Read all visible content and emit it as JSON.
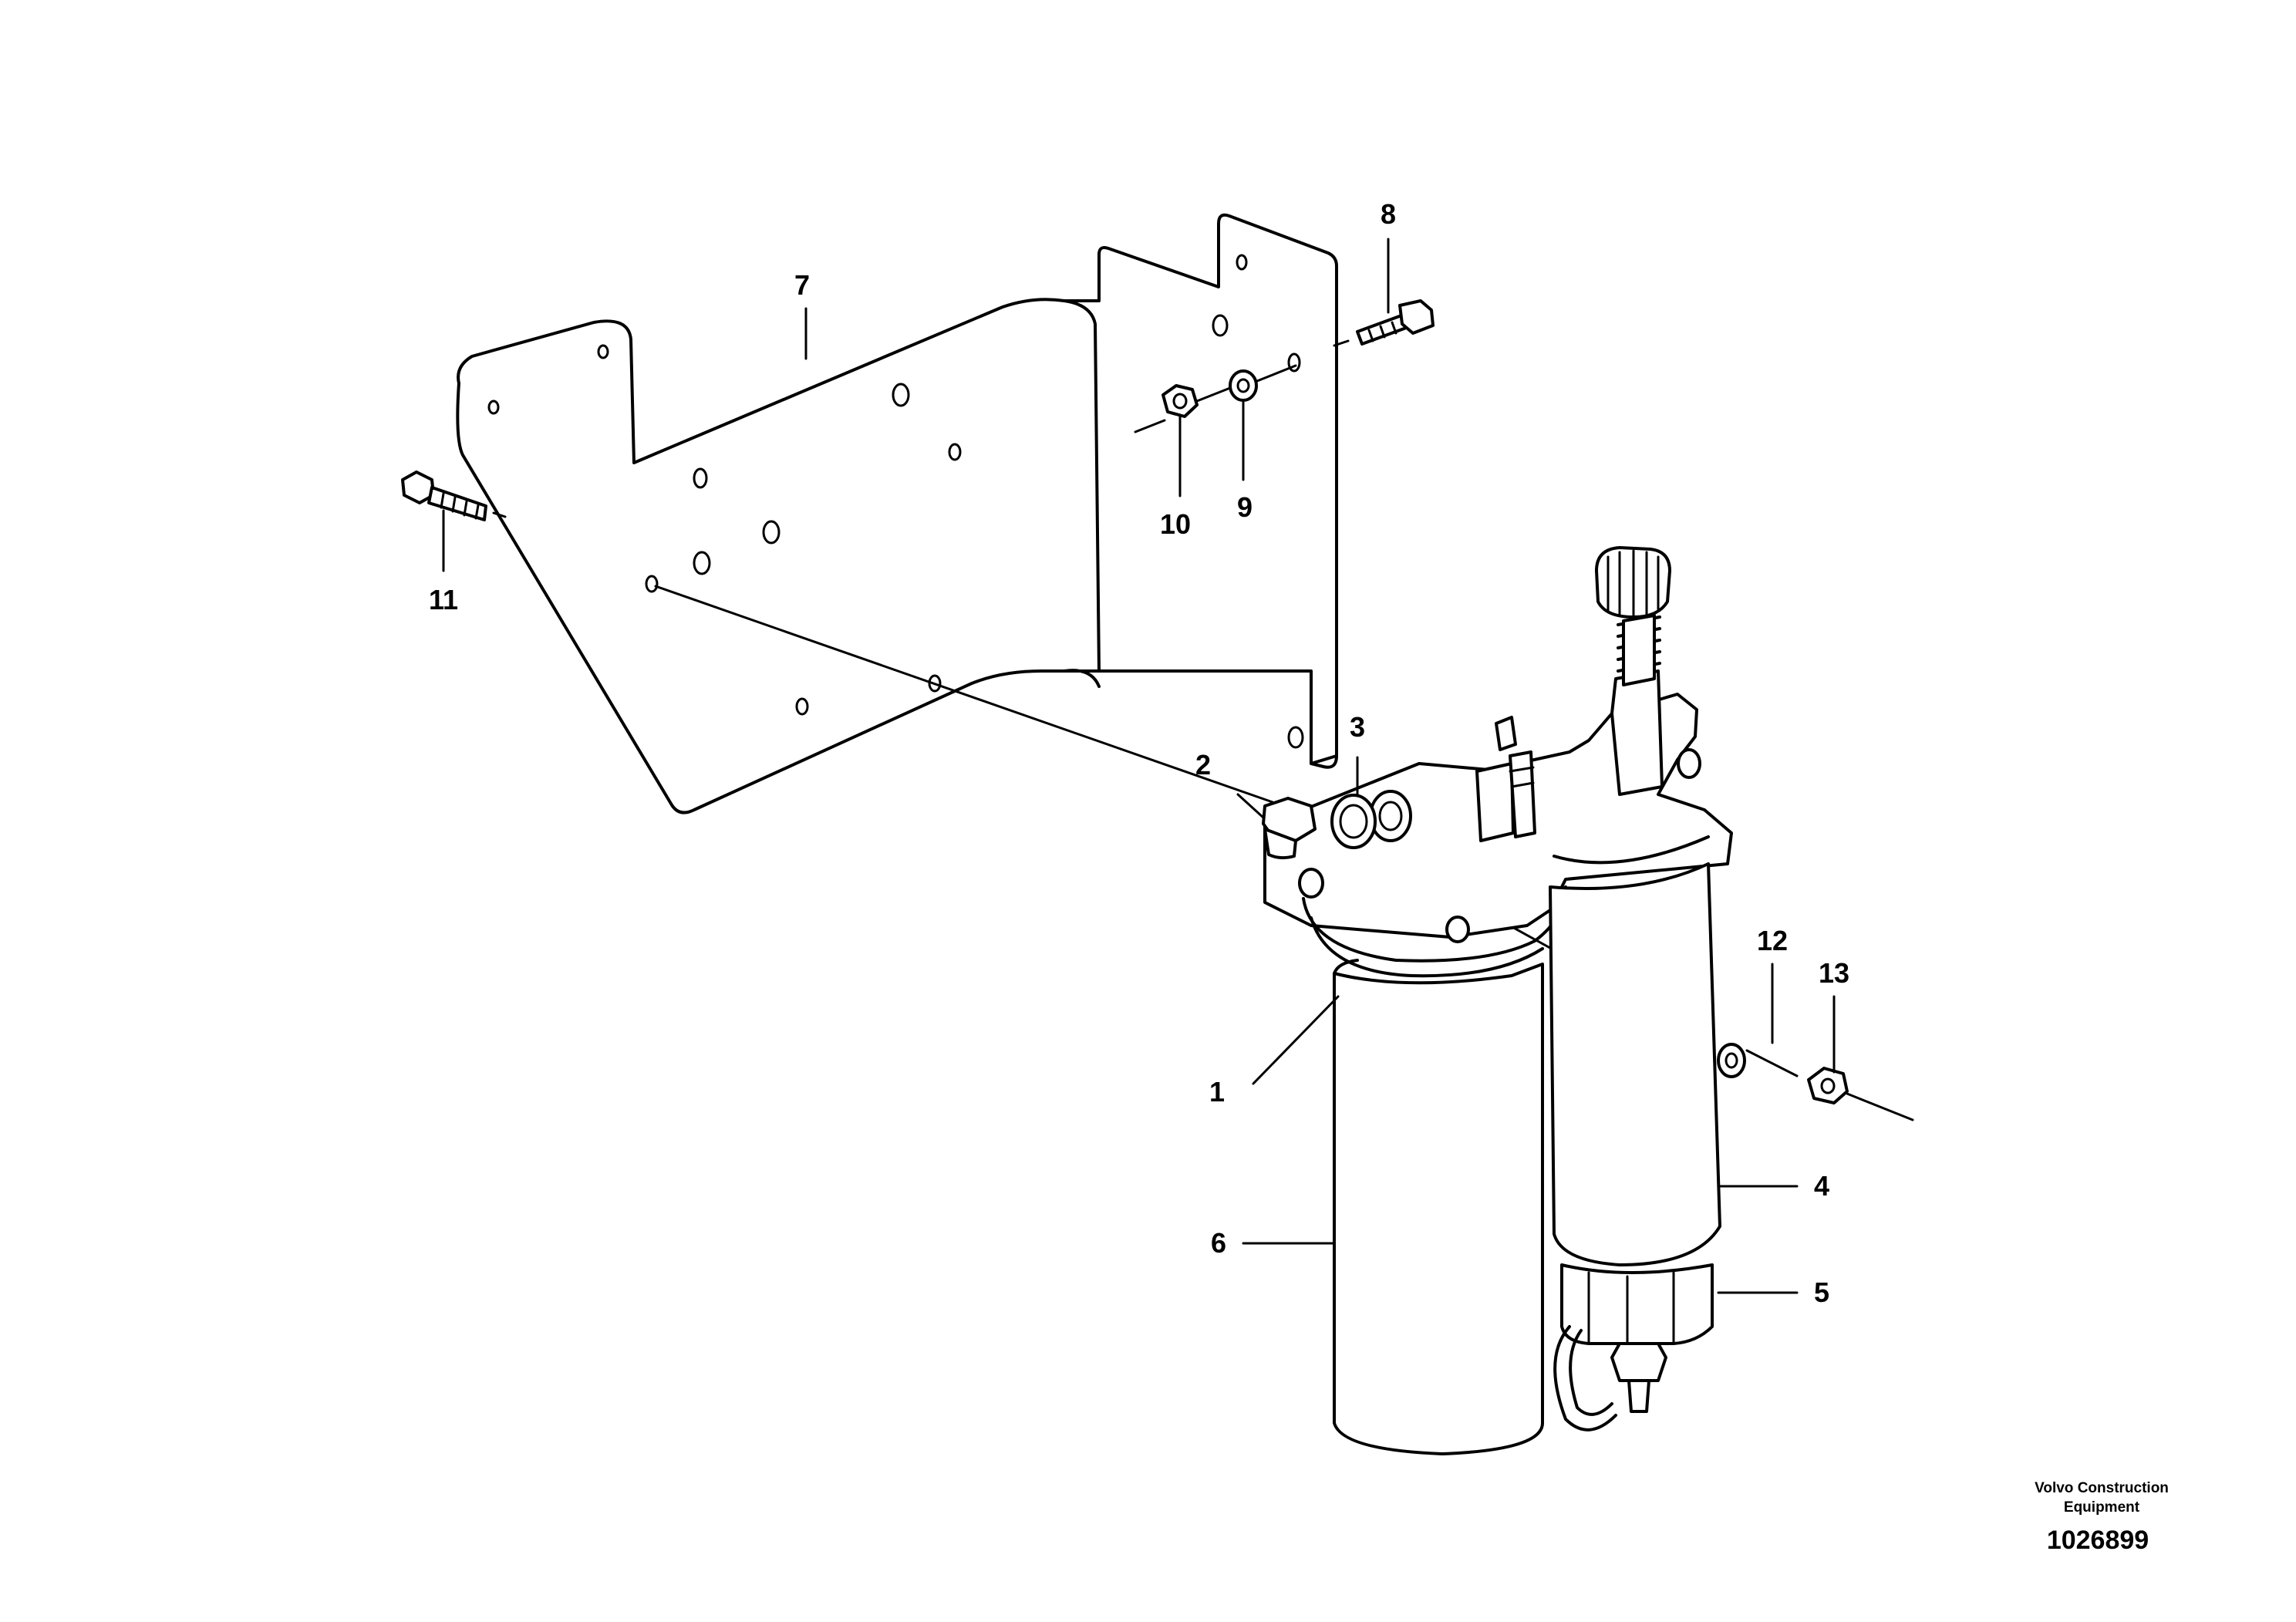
{
  "diagram": {
    "callouts": [
      {
        "id": "1",
        "text": "1"
      },
      {
        "id": "2",
        "text": "2"
      },
      {
        "id": "3",
        "text": "3"
      },
      {
        "id": "4",
        "text": "4"
      },
      {
        "id": "5",
        "text": "5"
      },
      {
        "id": "6",
        "text": "6"
      },
      {
        "id": "7",
        "text": "7"
      },
      {
        "id": "8",
        "text": "8"
      },
      {
        "id": "9",
        "text": "9"
      },
      {
        "id": "10",
        "text": "10"
      },
      {
        "id": "11",
        "text": "11"
      },
      {
        "id": "12",
        "text": "12"
      },
      {
        "id": "13",
        "text": "13"
      }
    ]
  },
  "footer": {
    "company_line1": "Volvo Construction",
    "company_line2": "Equipment",
    "drawing_number": "1026899"
  }
}
